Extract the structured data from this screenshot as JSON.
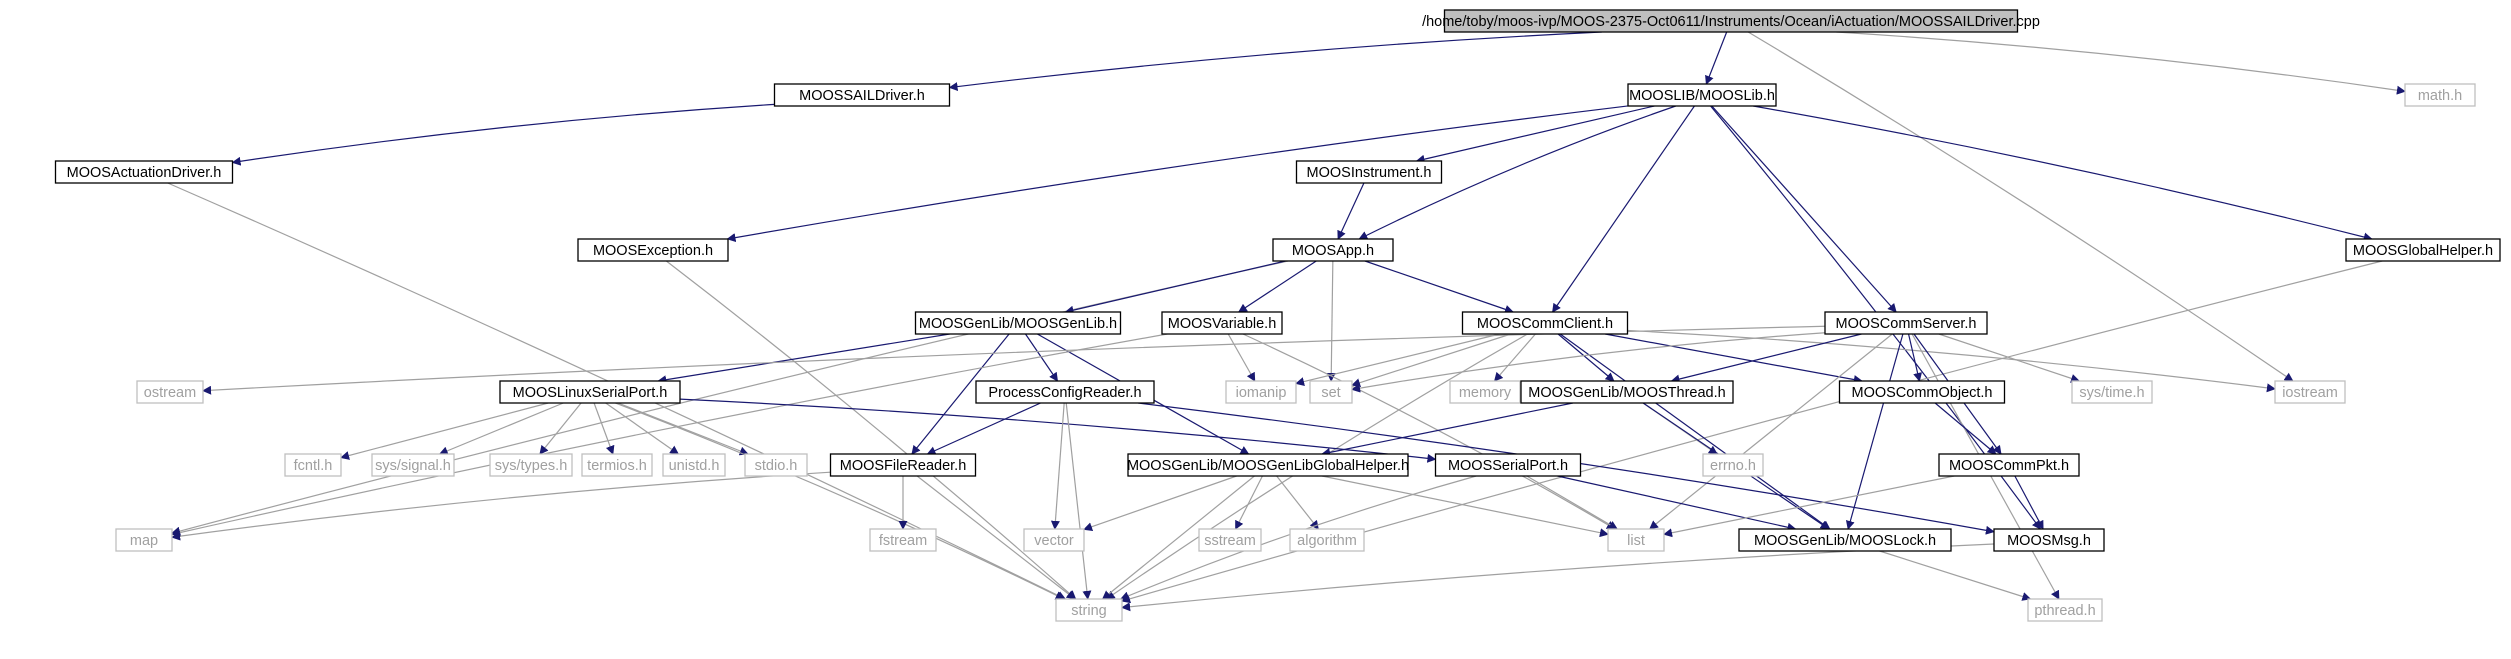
{
  "diagram": {
    "type": "include-dependency-graph",
    "nodes": [
      {
        "id": "root",
        "label": "/home/toby/moos-ivp/MOOS-2375-Oct0611/Instruments/Ocean/iActuation/MOOSSAILDriver.cpp",
        "kind": "root"
      },
      {
        "id": "saildrv",
        "label": "MOOSSAILDriver.h",
        "kind": "project"
      },
      {
        "id": "mooslib",
        "label": "MOOSLIB/MOOSLib.h",
        "kind": "project"
      },
      {
        "id": "math",
        "label": "math.h",
        "kind": "system"
      },
      {
        "id": "actdrv",
        "label": "MOOSActuationDriver.h",
        "kind": "project"
      },
      {
        "id": "instr",
        "label": "MOOSInstrument.h",
        "kind": "project"
      },
      {
        "id": "exc",
        "label": "MOOSException.h",
        "kind": "project"
      },
      {
        "id": "app",
        "label": "MOOSApp.h",
        "kind": "project"
      },
      {
        "id": "globalh",
        "label": "MOOSGlobalHelper.h",
        "kind": "project"
      },
      {
        "id": "genlib",
        "label": "MOOSGenLib/MOOSGenLib.h",
        "kind": "project"
      },
      {
        "id": "var",
        "label": "MOOSVariable.h",
        "kind": "project"
      },
      {
        "id": "client",
        "label": "MOOSCommClient.h",
        "kind": "project"
      },
      {
        "id": "server",
        "label": "MOOSCommServer.h",
        "kind": "project"
      },
      {
        "id": "ostream",
        "label": "ostream",
        "kind": "system"
      },
      {
        "id": "linux",
        "label": "MOOSLinuxSerialPort.h",
        "kind": "project"
      },
      {
        "id": "pcr",
        "label": "ProcessConfigReader.h",
        "kind": "project"
      },
      {
        "id": "iomanip",
        "label": "iomanip",
        "kind": "system"
      },
      {
        "id": "set",
        "label": "set",
        "kind": "system"
      },
      {
        "id": "memory",
        "label": "memory",
        "kind": "system"
      },
      {
        "id": "thread",
        "label": "MOOSGenLib/MOOSThread.h",
        "kind": "project"
      },
      {
        "id": "cobj",
        "label": "MOOSCommObject.h",
        "kind": "project"
      },
      {
        "id": "systime",
        "label": "sys/time.h",
        "kind": "system"
      },
      {
        "id": "iostream",
        "label": "iostream",
        "kind": "system"
      },
      {
        "id": "fcntl",
        "label": "fcntl.h",
        "kind": "system"
      },
      {
        "id": "signal",
        "label": "sys/signal.h",
        "kind": "system"
      },
      {
        "id": "types",
        "label": "sys/types.h",
        "kind": "system"
      },
      {
        "id": "termios",
        "label": "termios.h",
        "kind": "system"
      },
      {
        "id": "unistd",
        "label": "unistd.h",
        "kind": "system"
      },
      {
        "id": "stdio",
        "label": "stdio.h",
        "kind": "system"
      },
      {
        "id": "filerd",
        "label": "MOOSFileReader.h",
        "kind": "project"
      },
      {
        "id": "genhelp",
        "label": "MOOSGenLib/MOOSGenLibGlobalHelper.h",
        "kind": "project"
      },
      {
        "id": "serial",
        "label": "MOOSSerialPort.h",
        "kind": "project"
      },
      {
        "id": "errno",
        "label": "errno.h",
        "kind": "system"
      },
      {
        "id": "pkt",
        "label": "MOOSCommPkt.h",
        "kind": "project"
      },
      {
        "id": "map",
        "label": "map",
        "kind": "system"
      },
      {
        "id": "fstream",
        "label": "fstream",
        "kind": "system"
      },
      {
        "id": "vector",
        "label": "vector",
        "kind": "system"
      },
      {
        "id": "sstream",
        "label": "sstream",
        "kind": "system"
      },
      {
        "id": "algorithm",
        "label": "algorithm",
        "kind": "system"
      },
      {
        "id": "list",
        "label": "list",
        "kind": "system"
      },
      {
        "id": "lock",
        "label": "MOOSGenLib/MOOSLock.h",
        "kind": "project"
      },
      {
        "id": "msg",
        "label": "MOOSMsg.h",
        "kind": "project"
      },
      {
        "id": "string",
        "label": "string",
        "kind": "system"
      },
      {
        "id": "pthread",
        "label": "pthread.h",
        "kind": "system"
      }
    ],
    "edges": [
      [
        "root",
        "saildrv"
      ],
      [
        "root",
        "mooslib"
      ],
      [
        "root",
        "math"
      ],
      [
        "root",
        "iostream"
      ],
      [
        "saildrv",
        "actdrv"
      ],
      [
        "actdrv",
        "string"
      ],
      [
        "mooslib",
        "instr"
      ],
      [
        "mooslib",
        "exc"
      ],
      [
        "mooslib",
        "app"
      ],
      [
        "mooslib",
        "client"
      ],
      [
        "mooslib",
        "server"
      ],
      [
        "mooslib",
        "msg"
      ],
      [
        "mooslib",
        "globalh"
      ],
      [
        "instr",
        "app"
      ],
      [
        "exc",
        "string"
      ],
      [
        "globalh",
        "string"
      ],
      [
        "app",
        "map"
      ],
      [
        "app",
        "genlib"
      ],
      [
        "app",
        "var"
      ],
      [
        "app",
        "set"
      ],
      [
        "app",
        "client"
      ],
      [
        "genlib",
        "linux"
      ],
      [
        "genlib",
        "pcr"
      ],
      [
        "genlib",
        "filerd"
      ],
      [
        "genlib",
        "genhelp"
      ],
      [
        "var",
        "map"
      ],
      [
        "var",
        "iomanip"
      ],
      [
        "var",
        "list"
      ],
      [
        "client",
        "iomanip"
      ],
      [
        "client",
        "set"
      ],
      [
        "client",
        "memory"
      ],
      [
        "client",
        "string"
      ],
      [
        "client",
        "thread"
      ],
      [
        "client",
        "cobj"
      ],
      [
        "client",
        "lock"
      ],
      [
        "client",
        "iostream"
      ],
      [
        "server",
        "ostream"
      ],
      [
        "server",
        "set"
      ],
      [
        "server",
        "thread"
      ],
      [
        "server",
        "cobj"
      ],
      [
        "server",
        "pkt"
      ],
      [
        "server",
        "systime"
      ],
      [
        "server",
        "list"
      ],
      [
        "server",
        "lock"
      ],
      [
        "server",
        "pthread"
      ],
      [
        "linux",
        "fcntl"
      ],
      [
        "linux",
        "signal"
      ],
      [
        "linux",
        "types"
      ],
      [
        "linux",
        "termios"
      ],
      [
        "linux",
        "unistd"
      ],
      [
        "linux",
        "stdio"
      ],
      [
        "linux",
        "string"
      ],
      [
        "linux",
        "serial"
      ],
      [
        "pcr",
        "filerd"
      ],
      [
        "pcr",
        "vector"
      ],
      [
        "pcr",
        "string"
      ],
      [
        "pcr",
        "msg"
      ],
      [
        "filerd",
        "map"
      ],
      [
        "filerd",
        "fstream"
      ],
      [
        "filerd",
        "string"
      ],
      [
        "thread",
        "genhelp"
      ],
      [
        "thread",
        "errno"
      ],
      [
        "thread",
        "lock"
      ],
      [
        "cobj",
        "pkt"
      ],
      [
        "genhelp",
        "vector"
      ],
      [
        "genhelp",
        "sstream"
      ],
      [
        "genhelp",
        "algorithm"
      ],
      [
        "genhelp",
        "list"
      ],
      [
        "genhelp",
        "string"
      ],
      [
        "serial",
        "list"
      ],
      [
        "serial",
        "lock"
      ],
      [
        "serial",
        "string"
      ],
      [
        "pkt",
        "list"
      ],
      [
        "pkt",
        "msg"
      ],
      [
        "lock",
        "pthread"
      ],
      [
        "msg",
        "string"
      ]
    ]
  }
}
